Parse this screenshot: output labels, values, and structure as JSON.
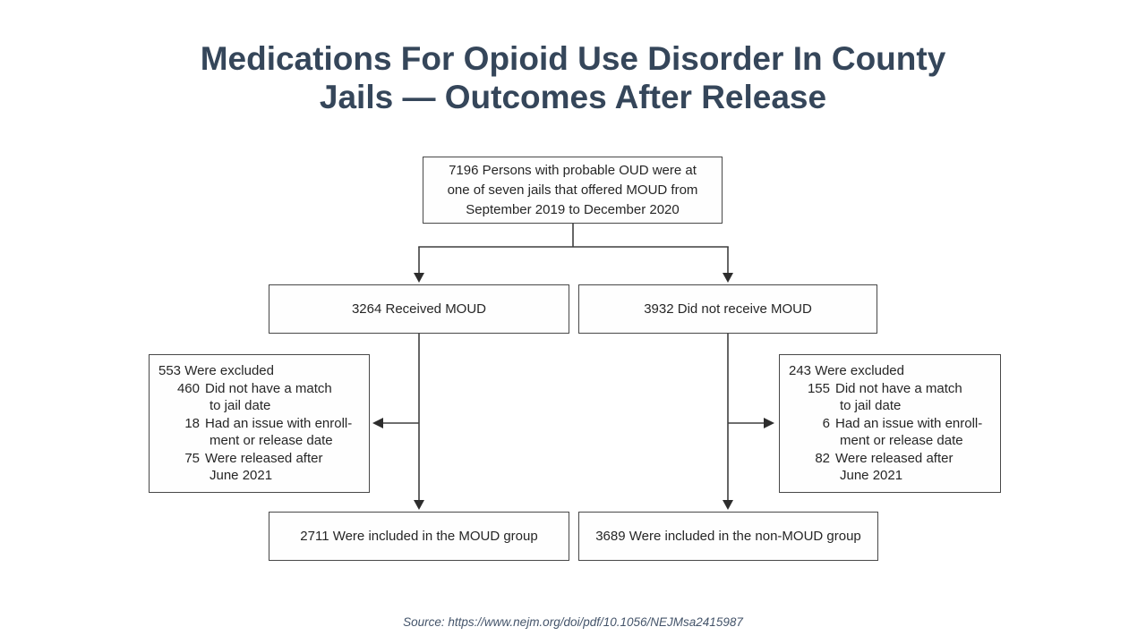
{
  "title": {
    "line1": "Medications For Opioid Use Disorder In County",
    "line2": "Jails — Outcomes After Release"
  },
  "colors": {
    "title_text": "#35465a",
    "box_border": "#484848",
    "box_text": "#262626",
    "connector": "#3f3f3f",
    "source_text": "#44546a",
    "background": "#ffffff"
  },
  "flowchart": {
    "top_box": {
      "lines": [
        "7196 Persons with probable OUD were at",
        "one of seven jails that offered MOUD from",
        "September 2019 to December 2020"
      ]
    },
    "received_box": {
      "label": "3264 Received MOUD"
    },
    "not_received_box": {
      "label": "3932 Did not receive MOUD"
    },
    "excluded_left": {
      "header": "553 Were excluded",
      "items": [
        {
          "num": "460",
          "line1": "Did not have a match",
          "line2": "to jail date"
        },
        {
          "num": "18",
          "line1": "Had an issue with enroll-",
          "line2": "ment or release date"
        },
        {
          "num": "75",
          "line1": "Were released after",
          "line2": "June 2021"
        }
      ]
    },
    "excluded_right": {
      "header": "243 Were excluded",
      "items": [
        {
          "num": "155",
          "line1": "Did not have a match",
          "line2": "to jail date"
        },
        {
          "num": "6",
          "line1": "Had an issue with enroll-",
          "line2": "ment or release date"
        },
        {
          "num": "82",
          "line1": "Were released after",
          "line2": "June 2021"
        }
      ]
    },
    "included_moud_box": {
      "label": "2711 Were included in the MOUD group"
    },
    "included_non_moud_box": {
      "label": "3689 Were included in the non-MOUD group"
    }
  },
  "source": {
    "text": "Source: https://www.nejm.org/doi/pdf/10.1056/NEJMsa2415987"
  }
}
